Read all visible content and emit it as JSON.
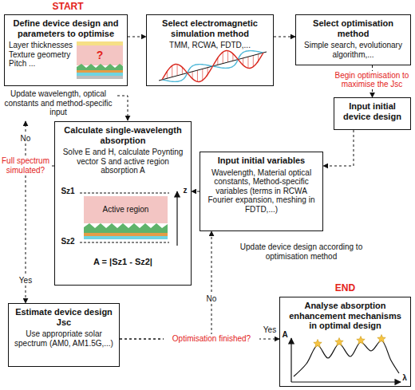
{
  "diagram": {
    "nodes": [
      {
        "text": [
          "Define device design and parameters to optimise",
          "Layer thicknesses Texture geometry Pitch ..."
        ]
      },
      {
        "text": [
          "Select electromagnetic simulation method",
          "TMM, RCWA, FDTD,..."
        ]
      },
      {
        "text": [
          "Select optimisation method",
          "Simple search, evolutionary algorithm,..."
        ]
      },
      {
        "text": [
          "Input initial device design"
        ]
      },
      {
        "text": [
          "Input initial variables",
          "Wavelength, Material optical constants, Method-specific variables (terms in RCWA Fourier expansion, meshing in FDTD,...)"
        ]
      },
      {
        "text": [
          "Calculate single-wavelength absorption",
          "Solve E and H, calculate Poynting vector S and active region absorption A"
        ]
      },
      {
        "text": [
          "Estimate device design Jsc",
          "Use appropriate solar spectrum (AM0, AM1.5G,...)"
        ]
      },
      {
        "text": [
          "Analyse absorption enhancement mechanisms in optimal design"
        ]
      }
    ],
    "edges": [
      {
        "from": 0,
        "to": 1,
        "arrow": "to"
      },
      {
        "from": 1,
        "to": 2,
        "arrow": "to"
      },
      {
        "from": 2,
        "to": 3,
        "label": "Begin optimisation to maximise the Jsc",
        "arrow": "to"
      },
      {
        "from": 3,
        "to": 4,
        "arrow": "to"
      },
      {
        "from": 4,
        "to": 5,
        "arrow": "to"
      },
      {
        "from": 5,
        "to": 6,
        "label": "Yes",
        "arrow": "to"
      },
      {
        "from": 6,
        "to": 7,
        "label": "Yes",
        "arrow": "to"
      },
      {
        "from": 6,
        "to": 4,
        "label": "No",
        "arrow": "to"
      }
    ],
    "labels": [
      "START",
      "?",
      "Update wavelength, optical constants and method-specific input",
      "No",
      "Full spectrum simulated?",
      "Sz1",
      "Active region",
      "Sz2",
      "z",
      "A = |Sz1 - Sz2|",
      "Optimisation finished?",
      "Update device design according to optimisation method",
      "END",
      "A",
      "λ"
    ]
  }
}
